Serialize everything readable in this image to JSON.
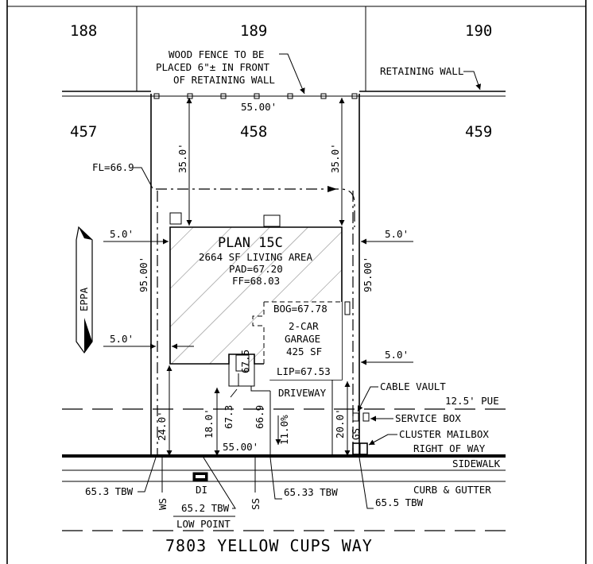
{
  "lots": {
    "top_left": "188",
    "top_center": "189",
    "top_right": "190",
    "mid_left": "457",
    "mid_center": "458",
    "mid_right": "459"
  },
  "notes": {
    "wood_fence_1": "WOOD FENCE TO BE",
    "wood_fence_2": "PLACED 6\"± IN FRONT",
    "wood_fence_3": "OF RETAINING WALL",
    "retaining_wall": "RETAINING WALL",
    "fl": "FL=66.9",
    "cable_vault": "CABLE VAULT",
    "pue": "12.5' PUE",
    "service_box": "SERVICE BOX",
    "cluster_mailbox": "CLUSTER MAILBOX",
    "right_of_way": "RIGHT OF WAY",
    "sidewalk": "SIDEWALK",
    "curb_gutter": "CURB & GUTTER",
    "driveway": "DRIVEWAY",
    "di": "DI",
    "ws": "WS",
    "ss": "SS",
    "gs": "GS",
    "low_point": "LOW POINT",
    "north_arrow": "EPPA"
  },
  "house": {
    "plan": "PLAN 15C",
    "living_area": "2664 SF LIVING AREA",
    "pad": "PAD=67.20",
    "ff": "FF=68.03",
    "bog": "BOG=67.78",
    "garage_1": "2-CAR",
    "garage_2": "GARAGE",
    "garage_3": "425 SF",
    "lip": "LIP=67.53"
  },
  "dimensions": {
    "rear_width": "55.00'",
    "rear_setback_left": "35.0'",
    "rear_setback_right": "35.0'",
    "side_left_top": "5.0'",
    "side_left_bottom": "5.0'",
    "side_right_top": "5.0'",
    "side_right_bottom": "5.0'",
    "depth_left": "95.00'",
    "depth_right": "95.00'",
    "front_left": "24.0'",
    "front_mid": "18.0'",
    "front_right": "20.0'",
    "front_width": "55.00'",
    "driveway_slope": "11.0%"
  },
  "elevations": {
    "e675": "67.5",
    "e673": "67.3",
    "e669": "66.9",
    "tbw_653": "65.3 TBW",
    "tbw_652": "65.2 TBW",
    "tbw_6533": "65.33 TBW",
    "tbw_655": "65.5 TBW"
  },
  "street": "7803 YELLOW CUPS WAY"
}
